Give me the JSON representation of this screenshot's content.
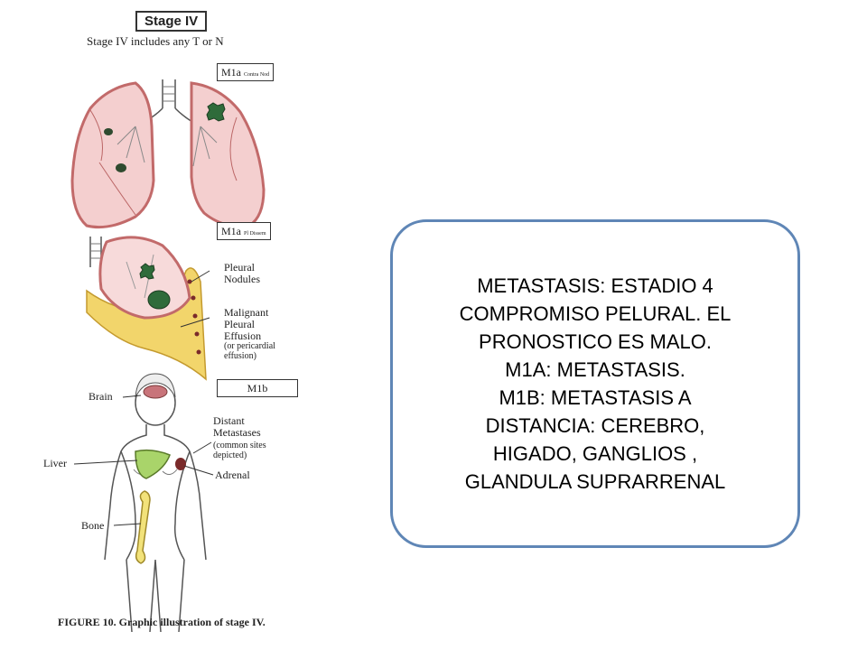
{
  "figure": {
    "stage_title": "Stage IV",
    "stage_subtitle": "Stage IV includes any T or N",
    "m1a_contra": {
      "code": "M1a",
      "note": "Contra Nod"
    },
    "m1a_pl": {
      "code": "M1a",
      "note": "Pl Dissem"
    },
    "m1b": {
      "code": "M1b"
    },
    "labels": {
      "pleural_nodules": [
        "Pleural",
        "Nodules"
      ],
      "malignant_effusion": [
        "Malignant",
        "Pleural",
        "Effusion"
      ],
      "pericardial": [
        "(or pericardial",
        "effusion)"
      ],
      "brain": "Brain",
      "distant": [
        "Distant",
        "Metastases"
      ],
      "common_sites": [
        "(common sites",
        "depicted)"
      ],
      "liver": "Liver",
      "adrenal": "Adrenal",
      "bone": "Bone"
    },
    "caption": "FIGURE 10. Graphic illustration of stage IV.",
    "colors": {
      "lung": "#d98a8a",
      "effusion": "#f2d56b",
      "tumor": "#2f6b3a",
      "liver": "#a9d46a",
      "bone": "#f2e27a",
      "brain": "#c8747a"
    }
  },
  "callout": {
    "lines": [
      "METASTASIS: ESTADIO 4",
      "COMPROMISO PELURAL. EL",
      "PRONOSTICO ES MALO.",
      "M1A: METASTASIS.",
      "M1B: METASTASIS A",
      "DISTANCIA: CEREBRO,",
      "HIGADO, GANGLIOS ,",
      "GLANDULA SUPRARRENAL"
    ],
    "border_color": "#5f86b6"
  }
}
